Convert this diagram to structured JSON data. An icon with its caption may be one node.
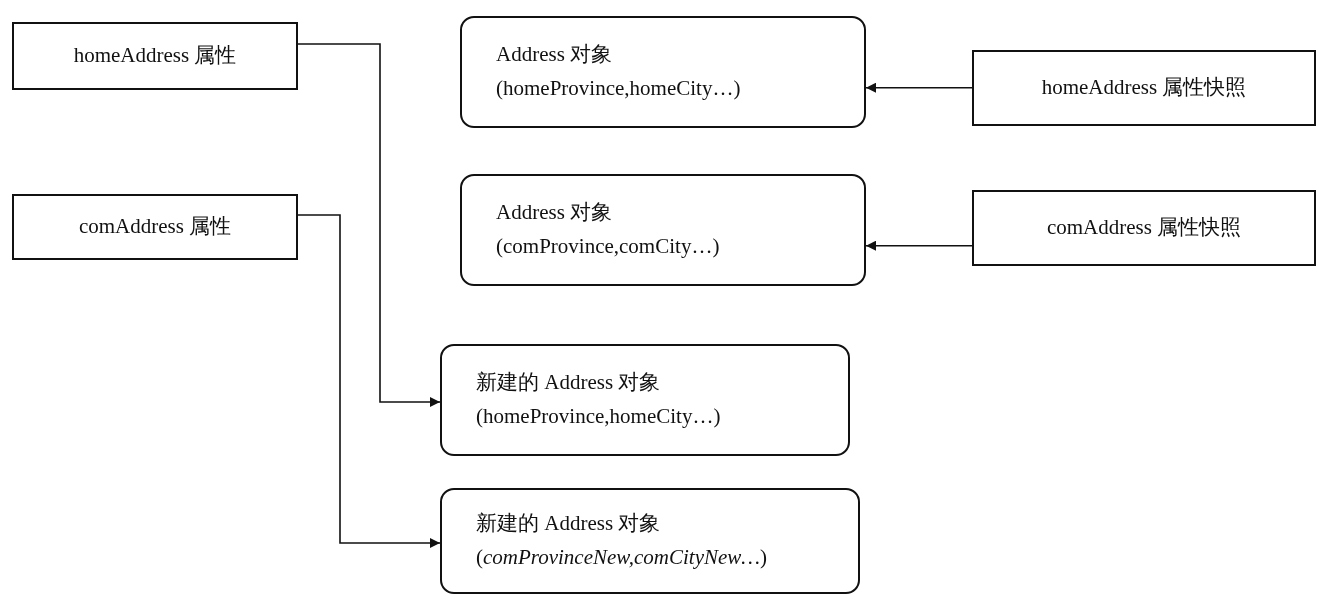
{
  "diagram": {
    "nodes": [
      {
        "text": [
          "homeAddress 属性"
        ]
      },
      {
        "text": [
          "comAddress 属性"
        ]
      },
      {
        "text": [
          "Address 对象",
          "(homeProvince,homeCity…)"
        ]
      },
      {
        "text": [
          "Address 对象",
          "(comProvince,comCity…)"
        ]
      },
      {
        "text": [
          "homeAddress 属性快照"
        ]
      },
      {
        "text": [
          "comAddress 属性快照"
        ]
      },
      {
        "text": [
          "新建的 Address 对象",
          "(homeProvince,homeCity…)"
        ]
      },
      {
        "text": [
          "新建的 Address 对象",
          "(*comProvinceNew,comCityNew…*)"
        ]
      }
    ],
    "edges": [
      {
        "from": 4,
        "to": 2,
        "arrow": "to"
      },
      {
        "from": 5,
        "to": 3,
        "arrow": "to"
      },
      {
        "from": 0,
        "to": 6,
        "arrow": "to"
      },
      {
        "from": 1,
        "to": 7,
        "arrow": "to"
      }
    ]
  }
}
